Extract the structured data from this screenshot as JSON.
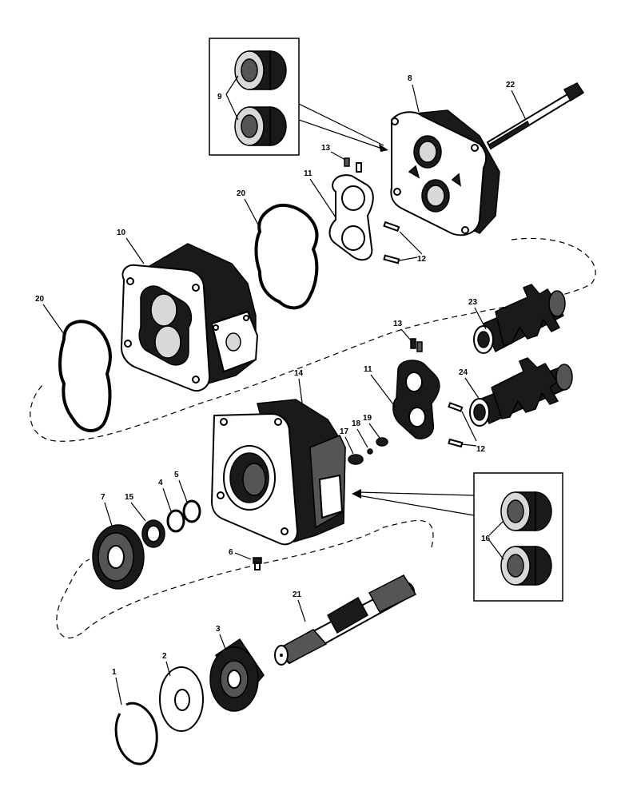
{
  "labels": {
    "p1": "1",
    "p2": "2",
    "p3": "3",
    "p4": "4",
    "p5": "5",
    "p6": "6",
    "p7": "7",
    "p8": "8",
    "p9": "9",
    "p10": "10",
    "p11a": "11",
    "p11b": "11",
    "p12a": "12",
    "p12b": "12",
    "p13a": "13",
    "p13b": "13",
    "p14": "14",
    "p15": "15",
    "p16": "16",
    "p17": "17",
    "p18": "18",
    "p19": "19",
    "p20a": "20",
    "p20b": "20",
    "p21": "21",
    "p22": "22",
    "p23": "23",
    "p24": "24"
  },
  "colors": {
    "ink": "#000000",
    "paper": "#ffffff"
  }
}
